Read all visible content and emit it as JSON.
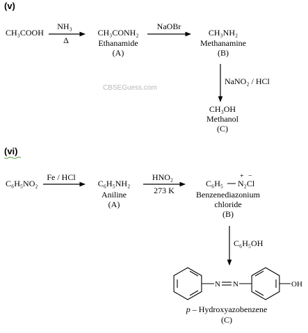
{
  "part_v": {
    "label": "(v)",
    "reactant": "CH3COOH",
    "step1": {
      "reagent_top": "NH3",
      "reagent_bottom": "Δ"
    },
    "product_a": {
      "formula": "CH3CONH2",
      "name": "Ethanamide",
      "tag": "(A)"
    },
    "step2": {
      "reagent_top": "NaOBr"
    },
    "product_b": {
      "formula": "CH3NH2",
      "name": "Methanamine",
      "tag": "(B)"
    },
    "step3": {
      "reagent": "NaNO2 / HCl"
    },
    "product_c": {
      "formula": "CH3OH",
      "name": "Methanol",
      "tag": "(C)"
    }
  },
  "watermark": "CBSEGuess.com",
  "part_vi": {
    "label": "(vi)",
    "reactant": "C6H5NO2",
    "step1": {
      "reagent_top": "Fe / HCl"
    },
    "product_a": {
      "formula": "C6H5NH2",
      "name": "Aniline",
      "tag": "(A)"
    },
    "step2": {
      "reagent_top": "HNO2",
      "reagent_bottom": "273 K"
    },
    "product_b": {
      "formula_left": "C6H5",
      "formula_right": "N2Cl",
      "plus": "+",
      "minus": "−",
      "name_line1": "Benzenediazonium",
      "name_line2": "chloride",
      "tag": "(B)"
    },
    "step3": {
      "reagent": "C6H5OH"
    },
    "product_c": {
      "substituent": "OH",
      "name": "p – Hydroxyazobenzene",
      "tag": "(C)"
    }
  }
}
